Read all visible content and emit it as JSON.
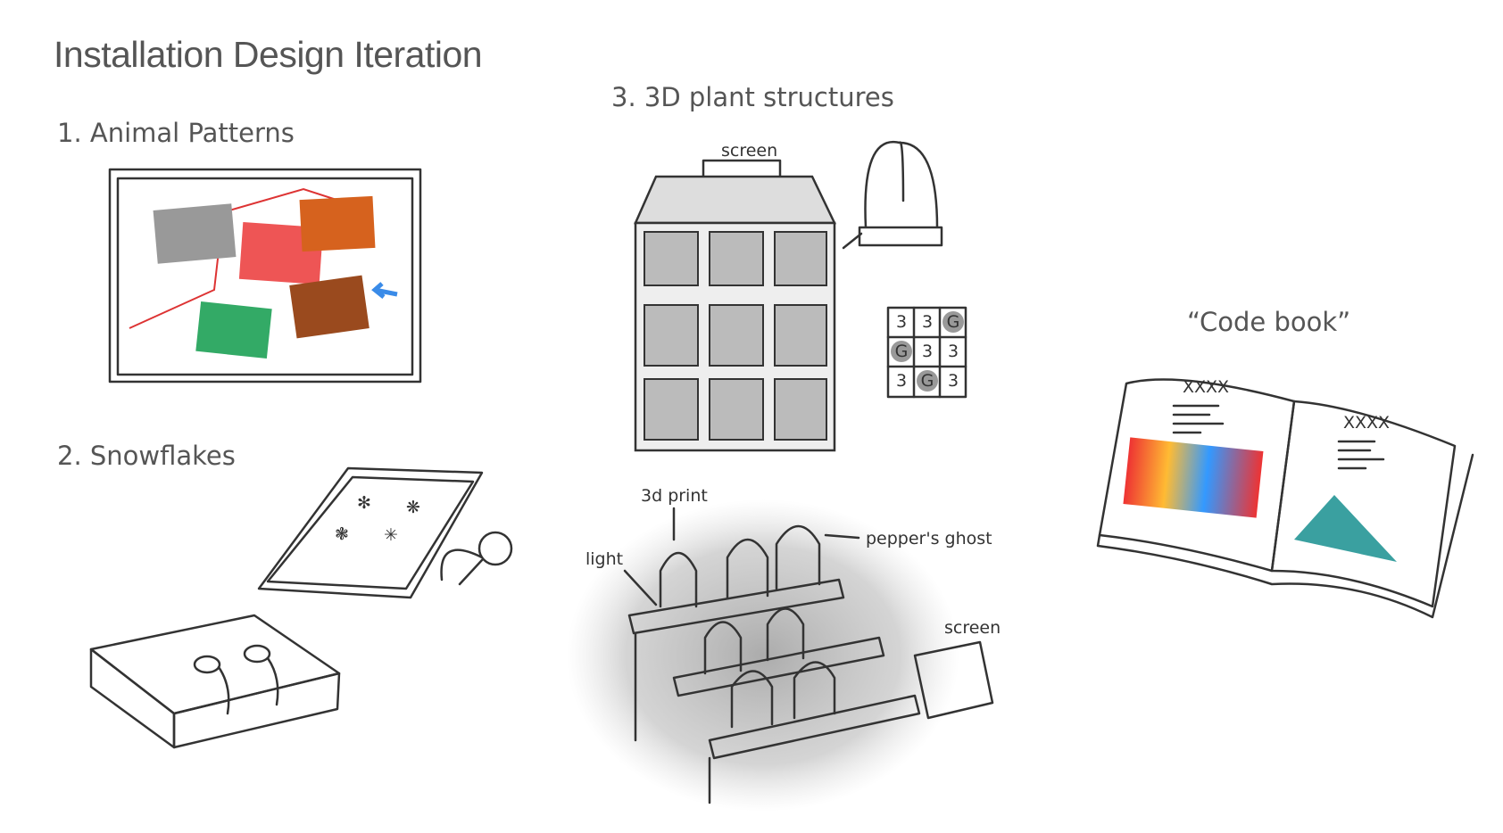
{
  "slide": {
    "title": "Installation Design Iteration",
    "sections": {
      "animal": "1. Animal Patterns",
      "snowflakes": "2. Snowflakes",
      "plants": "3. 3D plant structures",
      "codebook": "“Code book”"
    },
    "annotations": {
      "screen_top": "screen",
      "print": "3d print",
      "light": "light",
      "ghost": "pepper's ghost",
      "screen_side": "screen",
      "book_heading": "XXXX",
      "grid_cells": [
        "3",
        "3",
        "G",
        "G",
        "3",
        "3",
        "3",
        "G",
        "3"
      ]
    }
  }
}
